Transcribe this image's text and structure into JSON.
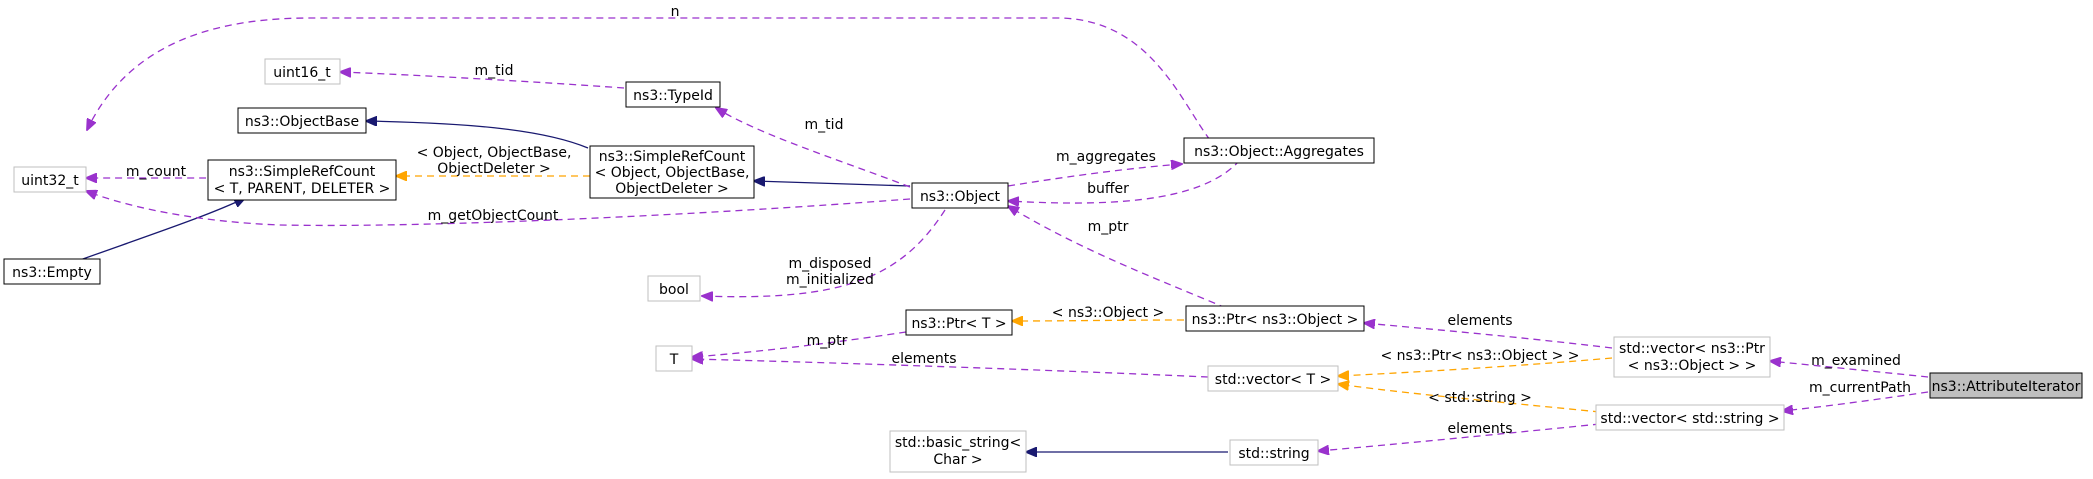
{
  "nodes": {
    "uint32_t": "uint32_t",
    "uint16_t": "uint16_t",
    "objectbase": "ns3::ObjectBase",
    "empty": "ns3::Empty",
    "srcount_template": [
      "ns3::SimpleRefCount",
      "< T, PARENT, DELETER >"
    ],
    "srcount_object": [
      "ns3::SimpleRefCount",
      "< Object, ObjectBase,",
      "ObjectDeleter >"
    ],
    "typeid": "ns3::TypeId",
    "object": "ns3::Object",
    "aggregates": "ns3::Object::Aggregates",
    "bool": "bool",
    "t": "T",
    "ptr_t": "ns3::Ptr< T >",
    "ptr_object": "ns3::Ptr< ns3::Object >",
    "vector_t": "std::vector< T >",
    "vector_ptr": [
      "std::vector< ns3::Ptr",
      "< ns3::Object > >"
    ],
    "vector_string": "std::vector< std::string >",
    "basic_string": [
      "std::basic_string<",
      "Char >"
    ],
    "string": "std::string",
    "attribute_iterator": "ns3::AttributeIterator"
  },
  "edge_labels": {
    "n": "n",
    "m_tid_uint16": "m_tid",
    "m_count": "m_count",
    "template_args_object": [
      "< Object, ObjectBase,",
      "ObjectDeleter >"
    ],
    "m_tid_typeid": "m_tid",
    "m_aggregates": "m_aggregates",
    "buffer": "buffer",
    "m_getObjectCount": "m_getObjectCount",
    "m_disposed_initialized": [
      "m_disposed",
      "m_initialized"
    ],
    "m_ptr_object": "m_ptr",
    "template_args_ptr": "< ns3::Object >",
    "m_ptr_t": "m_ptr",
    "elements_ptr": "elements",
    "elements_t": "elements",
    "template_args_vector_ptr": "< ns3::Ptr< ns3::Object > >",
    "template_args_vector_string": "< std::string >",
    "elements_string": "elements",
    "m_examined": "m_examined",
    "m_currentPath": "m_currentPath"
  },
  "colors": {
    "usage_edge": "#9a32cd",
    "template_edge": "#ffa500",
    "inheritance_edge": "#191970",
    "node_border_documented": "#000000",
    "node_border_undocumented": "#bfbfbf",
    "node_fill": "#ffffff",
    "highlight_fill": "#bfbfbf"
  }
}
